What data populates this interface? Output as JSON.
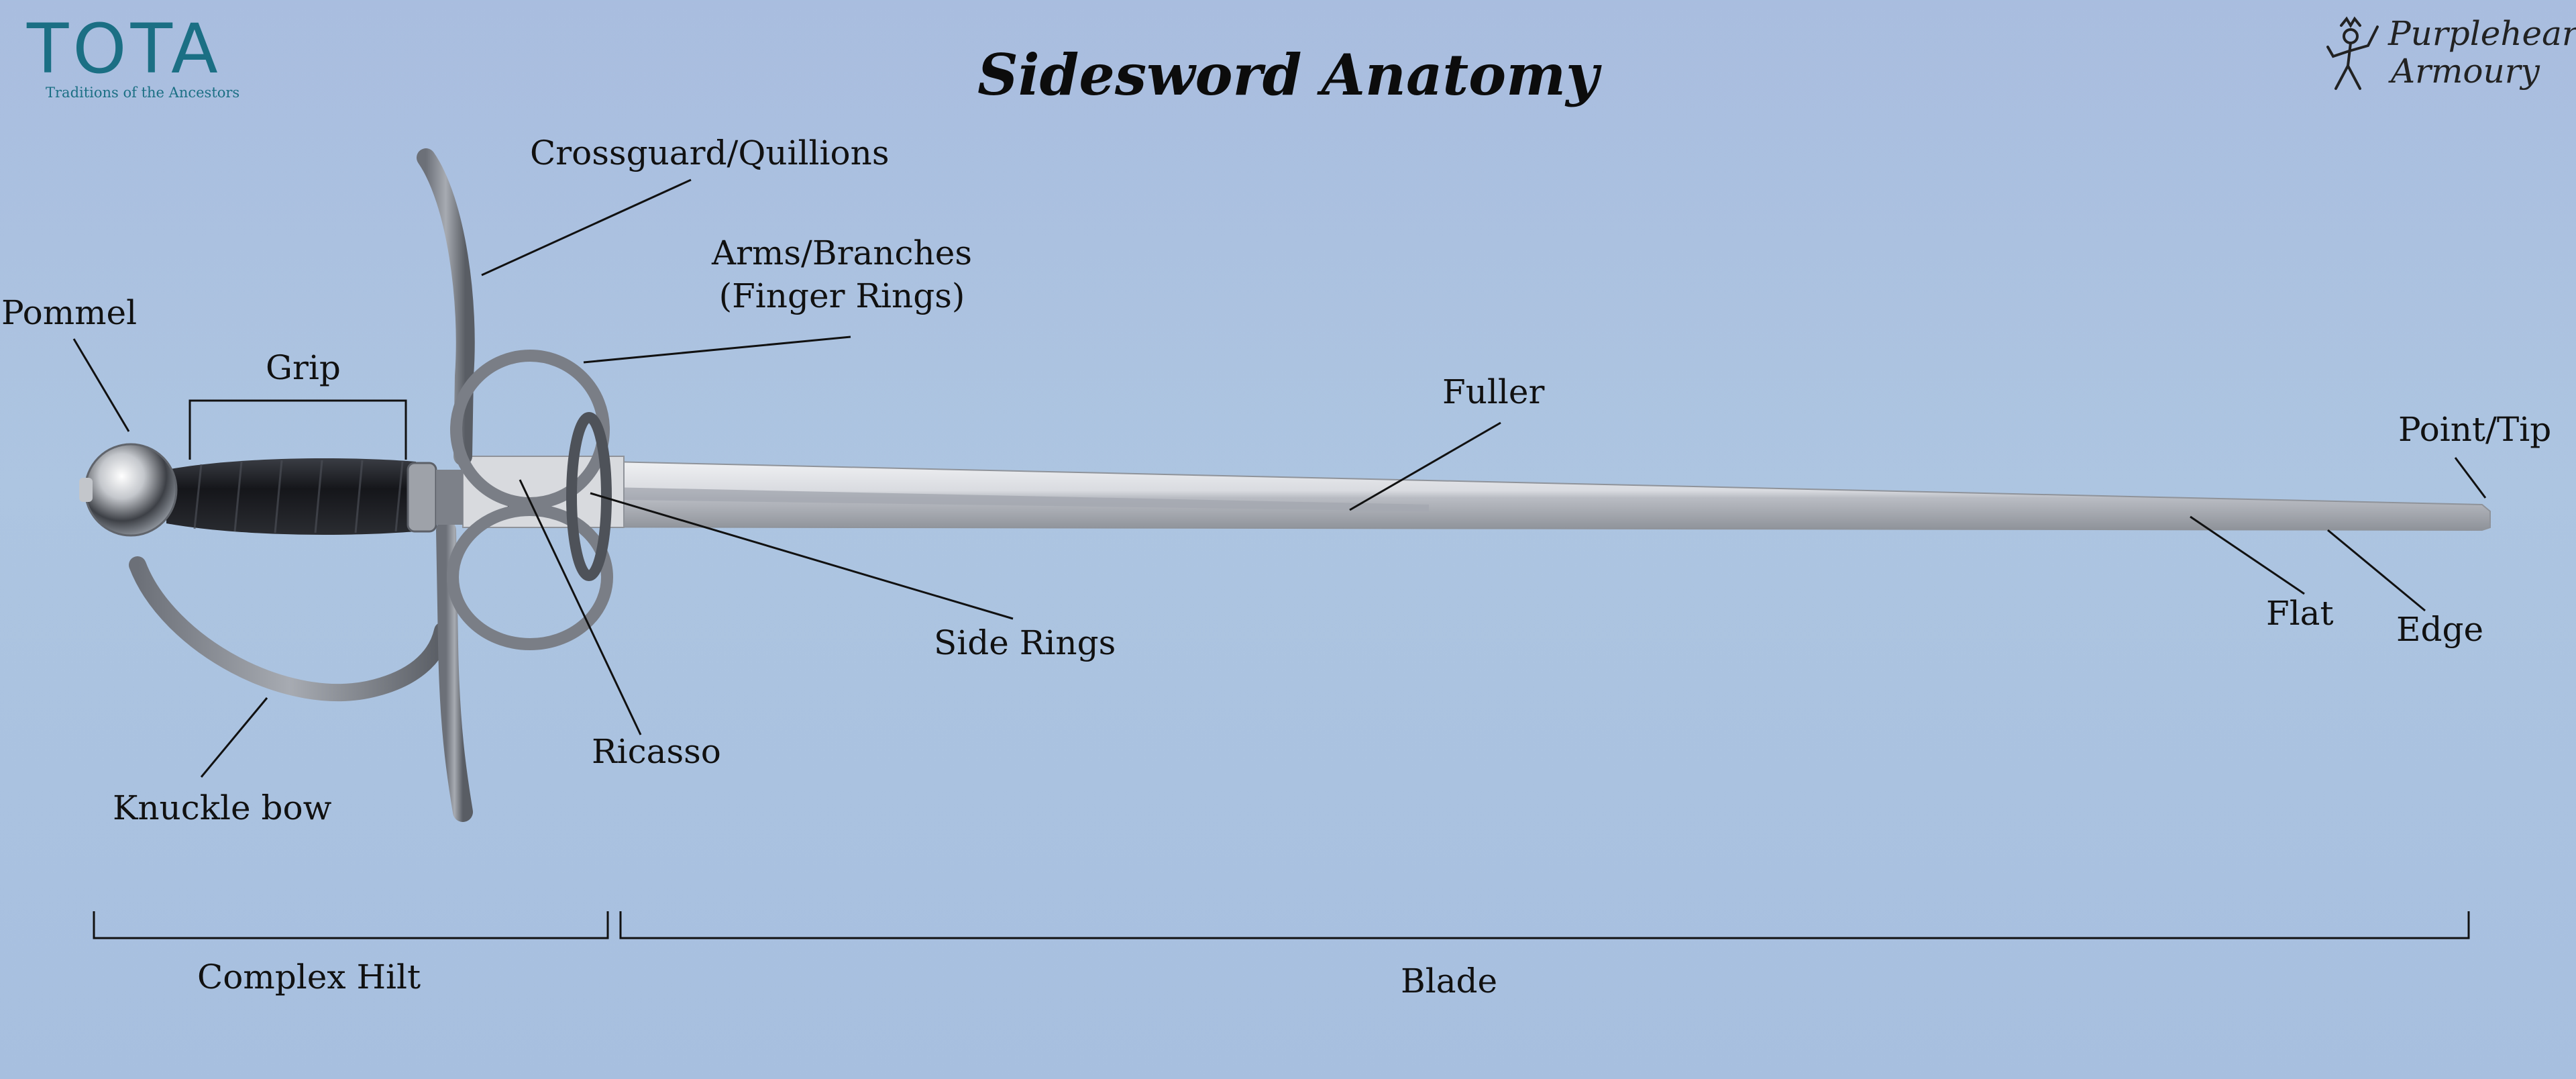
{
  "title": "Sidesword Anatomy",
  "logos": {
    "left_word": "TOTA",
    "left_tagline": "Traditions of the Ancestors",
    "right_line1": "Purpleheart",
    "right_line2": "Armoury"
  },
  "labels": {
    "pommel": "Pommel",
    "grip": "Grip",
    "crossguard": "Crossguard/Quillions",
    "arms_line1": "Arms/Branches",
    "arms_line2": "(Finger Rings)",
    "fuller": "Fuller",
    "point": "Point/Tip",
    "side_rings": "Side Rings",
    "ricasso": "Ricasso",
    "knuckle_bow": "Knuckle bow",
    "flat": "Flat",
    "edge": "Edge",
    "complex_hilt": "Complex Hilt",
    "blade": "Blade"
  },
  "colors": {
    "background": "#abc2e0",
    "steel": "#c9ccd2",
    "dark_steel": "#5c6068",
    "grip": "#1b1d22",
    "text": "#111111",
    "logo_teal": "#1b6f84"
  }
}
